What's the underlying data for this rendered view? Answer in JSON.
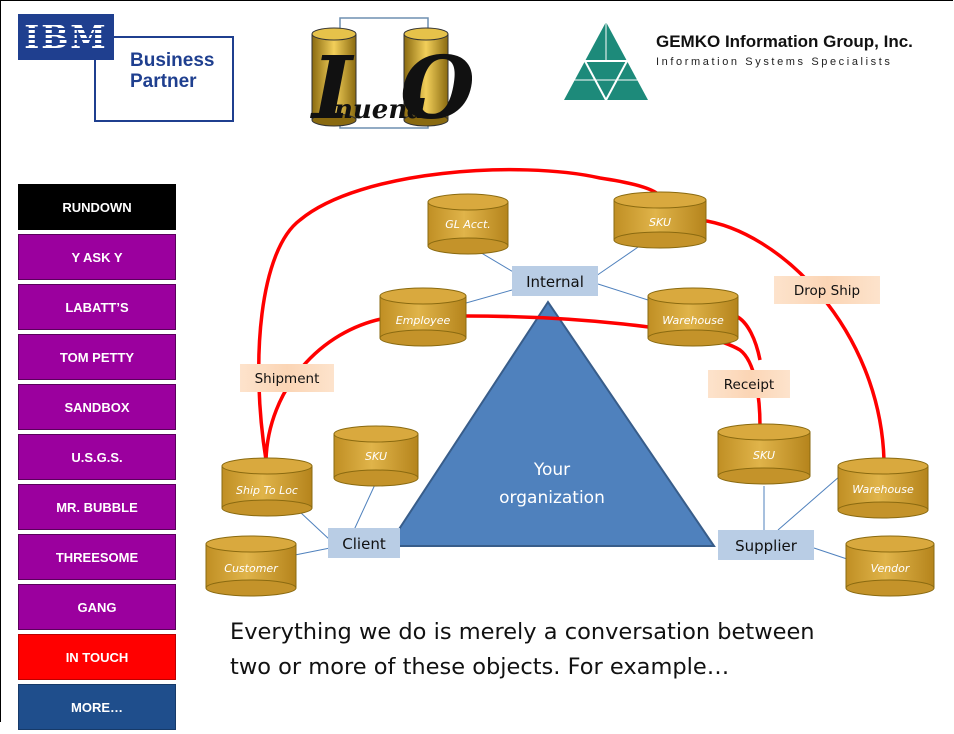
{
  "logos": {
    "ibm_mark": "IBM",
    "ibm_badge_line1": "Business",
    "ibm_badge_line2": "Partner",
    "innuendo_first": "I",
    "innuendo_middle": "nuend",
    "innuendo_last": "O",
    "gemko_title": "GEMKO Information Group, Inc.",
    "gemko_subtitle": "Information Systems Specialists"
  },
  "nav": [
    {
      "label": "RUNDOWN",
      "color": "#000000"
    },
    {
      "label": "Y ASK Y",
      "color": "#9b009e"
    },
    {
      "label": "LABATT’S",
      "color": "#9b009e"
    },
    {
      "label": "TOM PETTY",
      "color": "#9b009e"
    },
    {
      "label": "SANDBOX",
      "color": "#9b009e"
    },
    {
      "label": "U.S.G.S.",
      "color": "#9b009e"
    },
    {
      "label": "MR. BUBBLE",
      "color": "#9b009e"
    },
    {
      "label": "THREESOME",
      "color": "#9b009e"
    },
    {
      "label": "GANG",
      "color": "#9b009e"
    },
    {
      "label": "IN TOUCH",
      "color": "#ff0000"
    },
    {
      "label": "MORE…",
      "color": "#1f4e8c"
    }
  ],
  "diagram": {
    "center": {
      "line1": "Your",
      "line2": "organization"
    },
    "hubs": {
      "internal": "Internal",
      "client": "Client",
      "supplier": "Supplier"
    },
    "objects": {
      "gl_acct": "GL Acct.",
      "sku_top": "SKU",
      "employee": "Employee",
      "warehouse_top": "Warehouse",
      "sku_client": "SKU",
      "ship_to_loc": "Ship To Loc",
      "customer": "Customer",
      "sku_supplier": "SKU",
      "warehouse_supplier": "Warehouse",
      "vendor": "Vendor"
    },
    "flows": {
      "shipment": "Shipment",
      "receipt": "Receipt",
      "drop_ship": "Drop Ship"
    },
    "colors": {
      "cylinder": "#d4a437",
      "triangle": "#4f81bd",
      "hub": "#b9cde5",
      "flow": "#ff0000",
      "flow_label": "#fbd5b5"
    }
  },
  "caption": {
    "line1": "Everything we do is merely a conversation between",
    "line2": "two or more of these objects.  For example…"
  }
}
